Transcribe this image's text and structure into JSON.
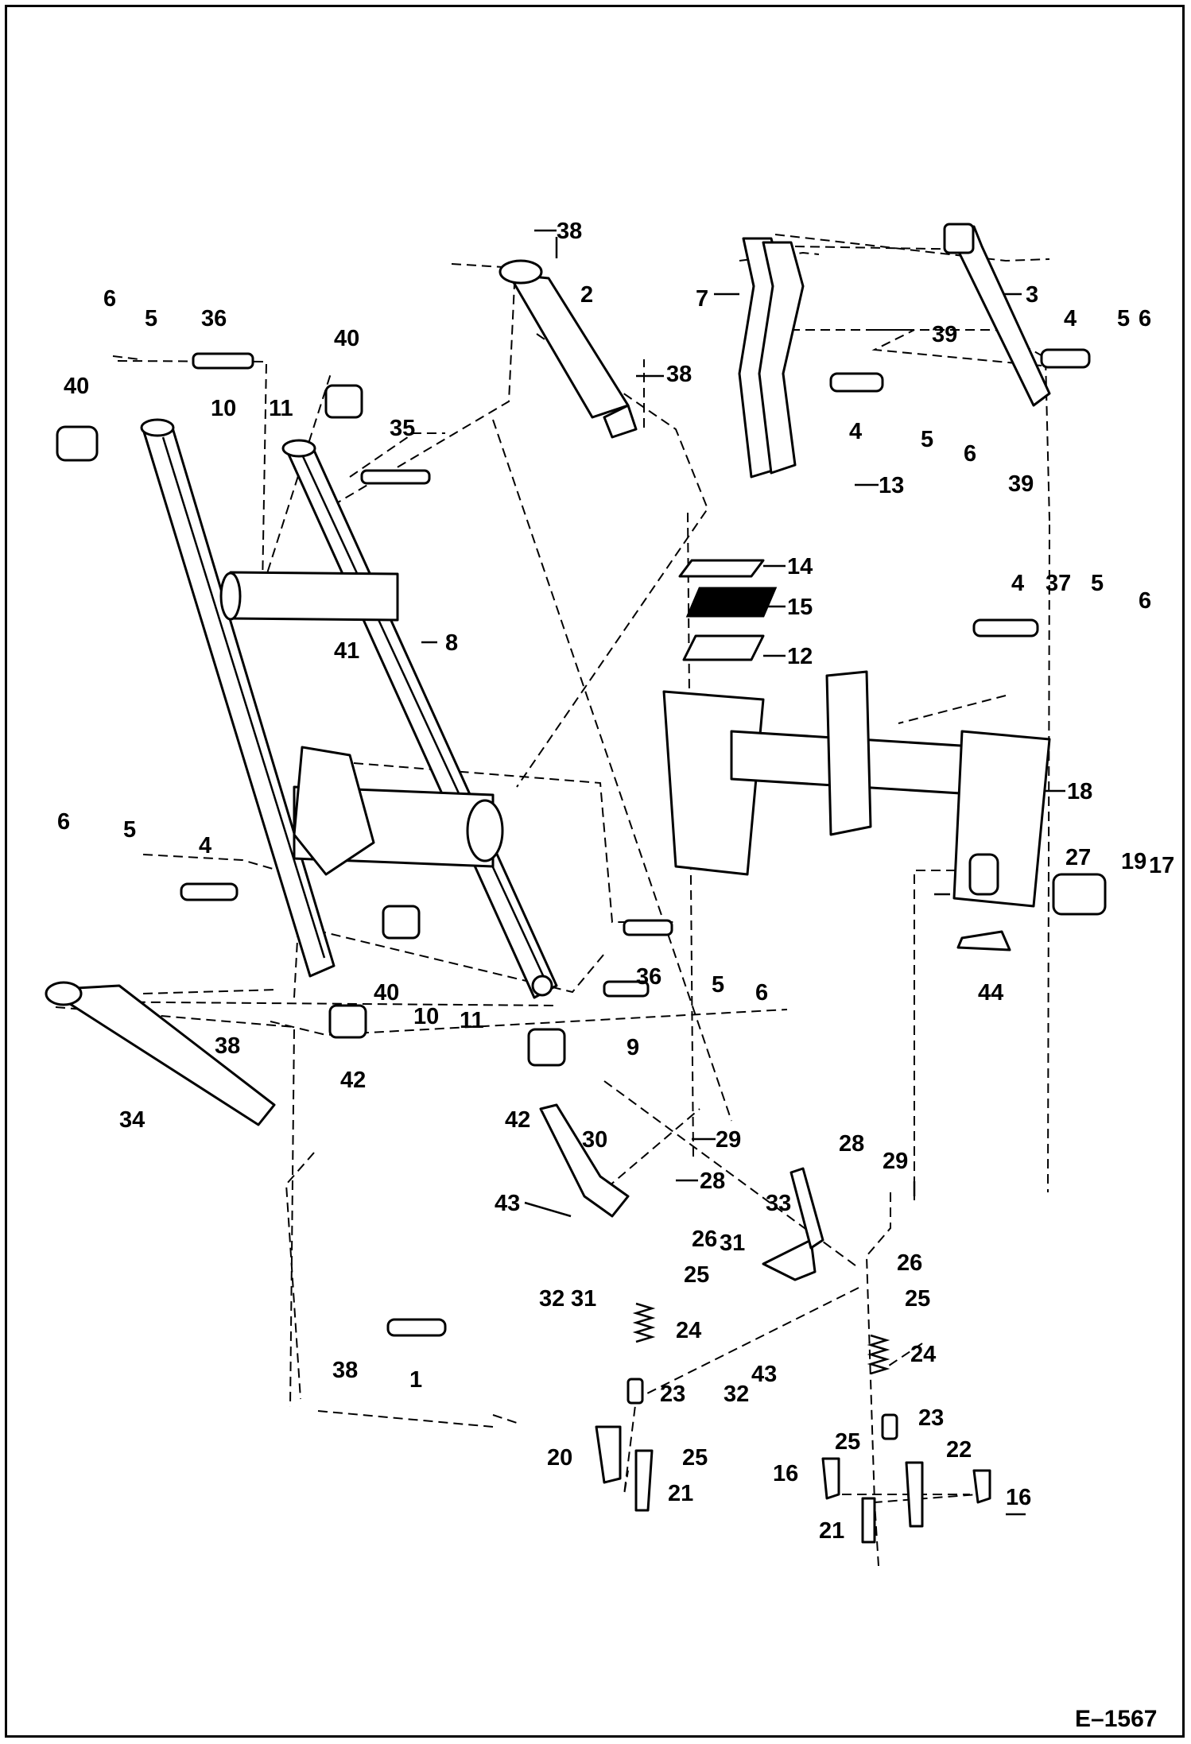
{
  "figure_id": "E–1567",
  "callouts": [
    {
      "id": "c1",
      "text": "1"
    },
    {
      "id": "c2",
      "text": "2"
    },
    {
      "id": "c3",
      "text": "3"
    },
    {
      "id": "c4a",
      "text": "4"
    },
    {
      "id": "c4b",
      "text": "4"
    },
    {
      "id": "c4c",
      "text": "4"
    },
    {
      "id": "c4d",
      "text": "4"
    },
    {
      "id": "c5a",
      "text": "5"
    },
    {
      "id": "c5b",
      "text": "5"
    },
    {
      "id": "c5c",
      "text": "5"
    },
    {
      "id": "c5d",
      "text": "5"
    },
    {
      "id": "c5e",
      "text": "5"
    },
    {
      "id": "c5f",
      "text": "5"
    },
    {
      "id": "c6a",
      "text": "6"
    },
    {
      "id": "c6b",
      "text": "6"
    },
    {
      "id": "c6c",
      "text": "6"
    },
    {
      "id": "c6d",
      "text": "6"
    },
    {
      "id": "c6e",
      "text": "6"
    },
    {
      "id": "c6f",
      "text": "6"
    },
    {
      "id": "c7",
      "text": "7"
    },
    {
      "id": "c8",
      "text": "8"
    },
    {
      "id": "c9",
      "text": "9"
    },
    {
      "id": "c10a",
      "text": "10"
    },
    {
      "id": "c10b",
      "text": "10"
    },
    {
      "id": "c11a",
      "text": "11"
    },
    {
      "id": "c11b",
      "text": "11"
    },
    {
      "id": "c12",
      "text": "12"
    },
    {
      "id": "c13",
      "text": "13"
    },
    {
      "id": "c14",
      "text": "14"
    },
    {
      "id": "c15",
      "text": "15"
    },
    {
      "id": "c16a",
      "text": "16"
    },
    {
      "id": "c16b",
      "text": "16"
    },
    {
      "id": "c17",
      "text": "17"
    },
    {
      "id": "c18",
      "text": "18"
    },
    {
      "id": "c19",
      "text": "19"
    },
    {
      "id": "c20",
      "text": "20"
    },
    {
      "id": "c21a",
      "text": "21"
    },
    {
      "id": "c21b",
      "text": "21"
    },
    {
      "id": "c22",
      "text": "22"
    },
    {
      "id": "c23a",
      "text": "23"
    },
    {
      "id": "c23b",
      "text": "23"
    },
    {
      "id": "c24a",
      "text": "24"
    },
    {
      "id": "c24b",
      "text": "24"
    },
    {
      "id": "c25a",
      "text": "25"
    },
    {
      "id": "c25b",
      "text": "25"
    },
    {
      "id": "c25c",
      "text": "25"
    },
    {
      "id": "c25d",
      "text": "25"
    },
    {
      "id": "c26a",
      "text": "26"
    },
    {
      "id": "c26b",
      "text": "26"
    },
    {
      "id": "c27",
      "text": "27"
    },
    {
      "id": "c28a",
      "text": "28"
    },
    {
      "id": "c28b",
      "text": "28"
    },
    {
      "id": "c29a",
      "text": "29"
    },
    {
      "id": "c29b",
      "text": "29"
    },
    {
      "id": "c30",
      "text": "30"
    },
    {
      "id": "c31a",
      "text": "31"
    },
    {
      "id": "c31b",
      "text": "31"
    },
    {
      "id": "c32a",
      "text": "32"
    },
    {
      "id": "c32b",
      "text": "32"
    },
    {
      "id": "c33",
      "text": "33"
    },
    {
      "id": "c34",
      "text": "34"
    },
    {
      "id": "c35",
      "text": "35"
    },
    {
      "id": "c36a",
      "text": "36"
    },
    {
      "id": "c36b",
      "text": "36"
    },
    {
      "id": "c37",
      "text": "37"
    },
    {
      "id": "c38a",
      "text": "38"
    },
    {
      "id": "c38b",
      "text": "38"
    },
    {
      "id": "c38c",
      "text": "38"
    },
    {
      "id": "c38d",
      "text": "38"
    },
    {
      "id": "c39a",
      "text": "39"
    },
    {
      "id": "c39b",
      "text": "39"
    },
    {
      "id": "c40a",
      "text": "40"
    },
    {
      "id": "c40b",
      "text": "40"
    },
    {
      "id": "c40c",
      "text": "40"
    },
    {
      "id": "c41",
      "text": "41"
    },
    {
      "id": "c42a",
      "text": "42"
    },
    {
      "id": "c42b",
      "text": "42"
    },
    {
      "id": "c43a",
      "text": "43"
    },
    {
      "id": "c43b",
      "text": "43"
    },
    {
      "id": "c44",
      "text": "44"
    }
  ]
}
